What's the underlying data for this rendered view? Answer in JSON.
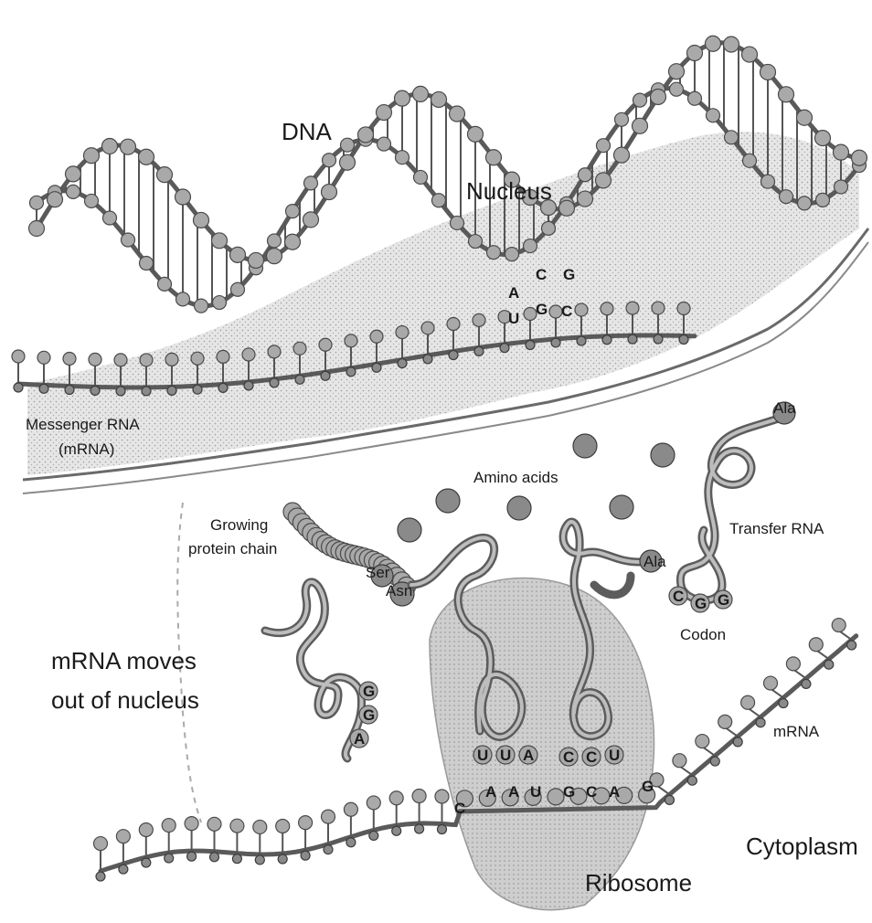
{
  "labels": {
    "dna": "DNA",
    "nucleus": "Nucleus",
    "messenger_rna_line1": "Messenger RNA",
    "messenger_rna_line2": "(mRNA)",
    "amino_acids": "Amino acids",
    "growing_line1": "Growing",
    "growing_line2": "protein chain",
    "transfer_rna": "Transfer RNA",
    "mrna_moves_line1": "mRNA moves",
    "mrna_moves_line2": "out of nucleus",
    "codon": "Codon",
    "mrna": "mRNA",
    "cytoplasm": "Cytoplasm",
    "ribosome": "Ribosome"
  },
  "amino_acid_tags": {
    "ala_top": "Ala",
    "ala_mid": "Ala",
    "ser": "Ser",
    "asn": "Asn"
  },
  "bases": {
    "nucleus_a": "A",
    "nucleus_c": "C",
    "nucleus_g": "G",
    "nucleus_u": "U",
    "nucleus_g2": "G",
    "nucleus_c2": "C",
    "trna_free_g1": "G",
    "trna_free_g2": "G",
    "trna_free_a": "A",
    "codon_c": "C",
    "codon_g1": "G",
    "codon_g2": "G",
    "anti1_u": "U",
    "anti1_u2": "U",
    "anti1_a": "A",
    "anti2_c": "C",
    "anti2_c2": "C",
    "anti2_u": "U",
    "m_c": "C",
    "m_a": "A",
    "m_a2": "A",
    "m_u": "U",
    "m_g": "G",
    "m_c2": "C",
    "m_a3": "A",
    "m_g2": "G"
  },
  "colors": {
    "bead": "#a9a9a9",
    "ribosome": "#bdbdbd",
    "nucleus_fill": "#e3e3e3",
    "ink": "#1a1a1a"
  }
}
